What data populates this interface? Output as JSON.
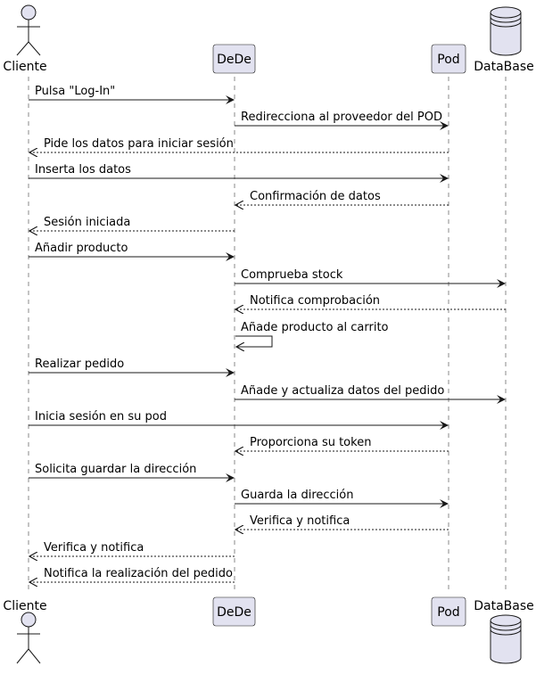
{
  "participants": {
    "cliente": "Cliente",
    "dede": "DeDe",
    "pod": "Pod",
    "database": "DataBase"
  },
  "messages": [
    {
      "from": "cliente",
      "to": "dede",
      "type": "sync",
      "label": "Pulsa \"Log-In\""
    },
    {
      "from": "dede",
      "to": "pod",
      "type": "sync",
      "label": "Redirecciona al proveedor del POD"
    },
    {
      "from": "pod",
      "to": "cliente",
      "type": "return",
      "label": "Pide los datos para iniciar sesión"
    },
    {
      "from": "cliente",
      "to": "pod",
      "type": "sync",
      "label": "Inserta los datos"
    },
    {
      "from": "pod",
      "to": "dede",
      "type": "return",
      "label": "Confirmación de datos"
    },
    {
      "from": "dede",
      "to": "cliente",
      "type": "return",
      "label": "Sesión iniciada"
    },
    {
      "from": "cliente",
      "to": "dede",
      "type": "sync",
      "label": "Añadir producto"
    },
    {
      "from": "dede",
      "to": "database",
      "type": "sync",
      "label": "Comprueba stock"
    },
    {
      "from": "database",
      "to": "dede",
      "type": "return",
      "label": "Notifica comprobación"
    },
    {
      "from": "dede",
      "to": "dede",
      "type": "self",
      "label": "Añade producto al carrito"
    },
    {
      "from": "cliente",
      "to": "dede",
      "type": "sync",
      "label": "Realizar pedido"
    },
    {
      "from": "dede",
      "to": "database",
      "type": "sync",
      "label": "Añade y actualiza datos del pedido"
    },
    {
      "from": "cliente",
      "to": "pod",
      "type": "sync",
      "label": "Inicia sesión en su pod"
    },
    {
      "from": "pod",
      "to": "dede",
      "type": "return",
      "label": "Proporciona su token"
    },
    {
      "from": "cliente",
      "to": "dede",
      "type": "sync",
      "label": "Solicita guardar la dirección"
    },
    {
      "from": "dede",
      "to": "pod",
      "type": "sync",
      "label": "Guarda la dirección"
    },
    {
      "from": "pod",
      "to": "dede",
      "type": "return",
      "label": "Verifica y notifica"
    },
    {
      "from": "dede",
      "to": "cliente",
      "type": "return",
      "label": "Verifica y notifica"
    },
    {
      "from": "dede",
      "to": "cliente",
      "type": "return",
      "label": "Notifica la realización del pedido"
    }
  ],
  "colors": {
    "participant_fill": "#e2e2f0",
    "participant_border": "#181818",
    "lifeline": "#888888",
    "arrow": "#181818"
  }
}
